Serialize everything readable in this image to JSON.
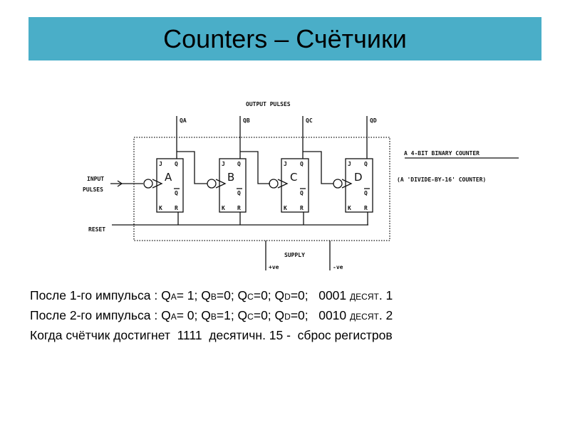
{
  "title": "Counters – Счётчики",
  "diagram": {
    "output_pulses": "OUTPUT PULSES",
    "outputs": [
      "QA",
      "QB",
      "QC",
      "QD"
    ],
    "flipflops": [
      {
        "name": "A",
        "j": "J",
        "q": "Q",
        "qbar": "Q",
        "k": "K",
        "r": "R"
      },
      {
        "name": "B",
        "j": "J",
        "q": "Q",
        "qbar": "Q",
        "k": "K",
        "r": "R"
      },
      {
        "name": "C",
        "j": "J",
        "q": "Q",
        "qbar": "Q",
        "k": "K",
        "r": "R"
      },
      {
        "name": "D",
        "j": "J",
        "q": "Q",
        "qbar": "Q",
        "k": "K",
        "r": "R"
      }
    ],
    "input_1": "INPUT",
    "input_2": "PULSES",
    "reset": "RESET",
    "supply": "SUPPLY",
    "plus": "+ve",
    "minus": "-ve",
    "caption_1": "A 4-BIT BINARY COUNTER",
    "caption_2": "(A 'DIVIDE-BY-16' COUNTER)"
  },
  "lines": [
    {
      "pre": "После 1-го импульса : Q",
      "a": "A",
      "a_val": "= 1; Q",
      "b": "B",
      "b_val": "=0; Q",
      "c": "C",
      "c_val": "=0; Q",
      "d": "D",
      "d_val": "=0;   0001 ",
      "dec": "десят",
      "post": ". 1"
    },
    {
      "pre": "После 2-го импульса : Q",
      "a": "A",
      "a_val": "= 0; Q",
      "b": "B",
      "b_val": "=1; Q",
      "c": "C",
      "c_val": "=0; Q",
      "d": "D",
      "d_val": "=0;   0010 ",
      "dec": "десят",
      "post": ". 2"
    },
    {
      "text": "Когда счётчик достигнет  1111  десятичн. 15 -  сброс регистров"
    }
  ]
}
